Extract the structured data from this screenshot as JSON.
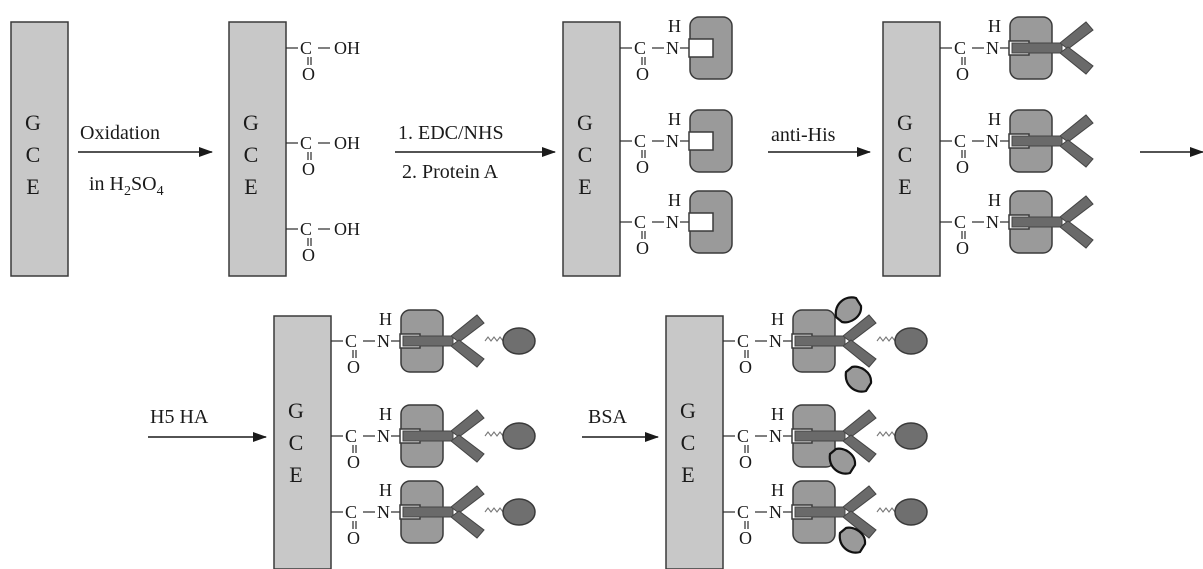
{
  "electrode_label": [
    "G",
    "C",
    "E"
  ],
  "groups": {
    "carbonyl_c": "C",
    "carbonyl_o": "O",
    "hydroxyl": "OH",
    "amide_n": "N",
    "amide_h": "H"
  },
  "steps": {
    "oxidation": {
      "line1": "Oxidation",
      "line2_prefix": "in H",
      "sub1": "2",
      "mid": "SO",
      "sub2": "4"
    },
    "coupling": {
      "line1": "1. EDC/NHS",
      "line2": "2. Protein A"
    },
    "antibody": {
      "label": "anti-His"
    },
    "antigen": {
      "label": "H5 HA"
    },
    "blocking": {
      "label": "BSA"
    }
  },
  "colors": {
    "electrode_fill": "#c8c8c8",
    "protein_a_fill": "#9a9a9a",
    "antibody_fill": "#6a6a6a",
    "ha_fill": "#6f6f6f",
    "bsa_fill": "#9a9a9a"
  }
}
